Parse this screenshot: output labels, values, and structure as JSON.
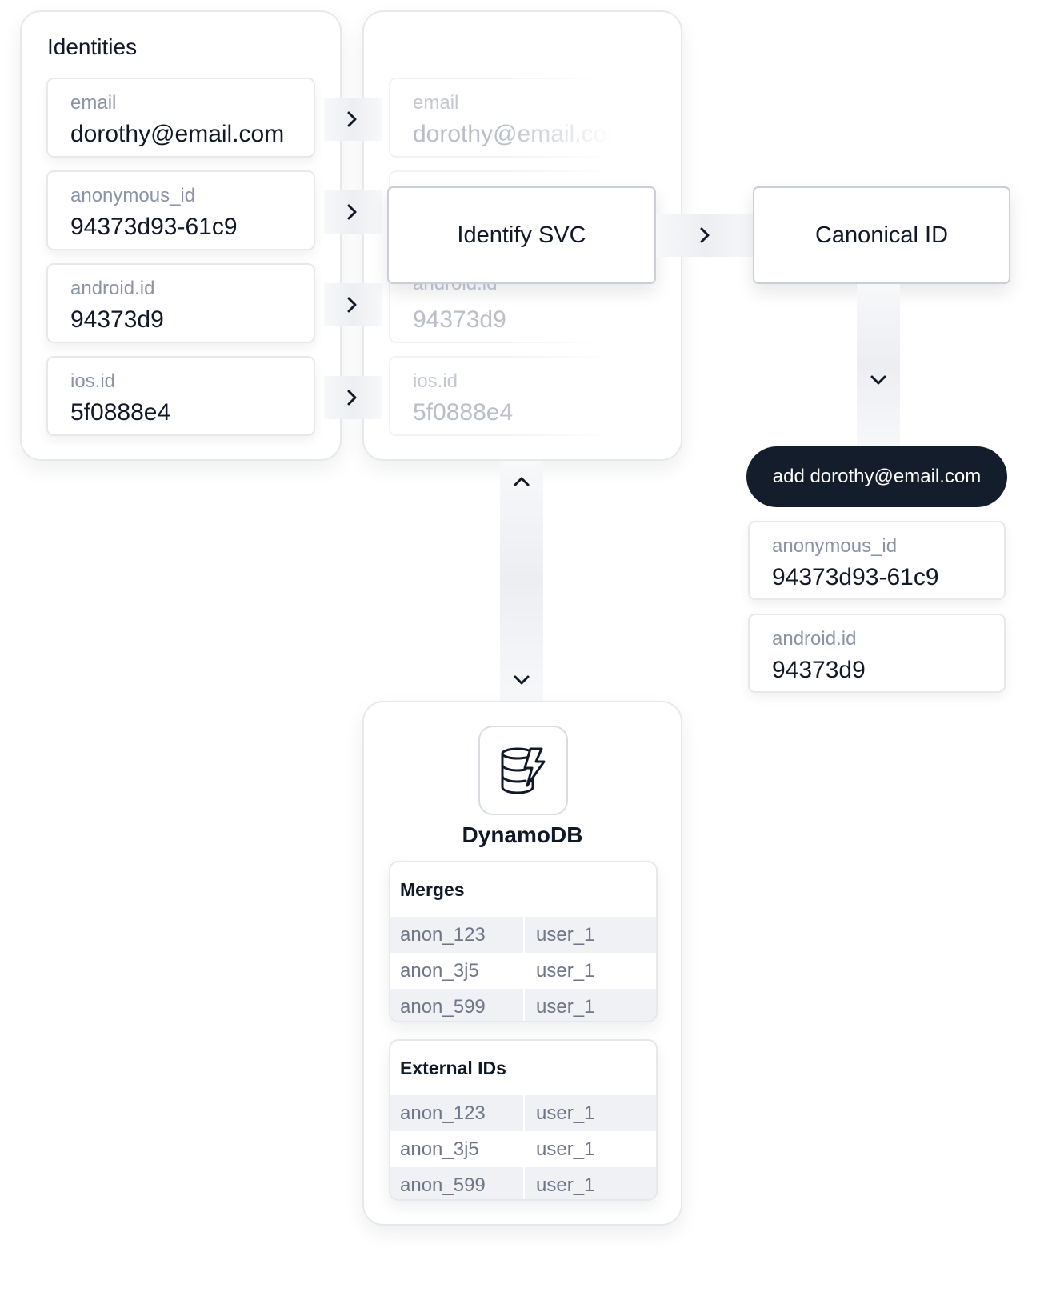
{
  "identities_panel": {
    "title": "Identities",
    "cards": [
      {
        "key": "email",
        "value": "dorothy@email.com"
      },
      {
        "key": "anonymous_id",
        "value": "94373d93-61c9"
      },
      {
        "key": "android.id",
        "value": "94373d9"
      },
      {
        "key": "ios.id",
        "value": "5f0888e4"
      }
    ]
  },
  "faded_panel": {
    "cards": [
      {
        "key": "email",
        "value": "dorothy@email.com"
      },
      {
        "key": "android.id",
        "value": "94373d9"
      },
      {
        "key": "ios.id",
        "value": "5f0888e4"
      }
    ]
  },
  "identify_service": {
    "label": "Identify SVC"
  },
  "canonical": {
    "label": "Canonical ID"
  },
  "action_pill": {
    "label": "add dorothy@email.com"
  },
  "canonical_cards": [
    {
      "key": "anonymous_id",
      "value": "94373d93-61c9"
    },
    {
      "key": "android.id",
      "value": "94373d9"
    }
  ],
  "dynamodb": {
    "title": "DynamoDB",
    "icon": "dynamodb-icon",
    "tables": [
      {
        "title": "Merges",
        "rows": [
          [
            "anon_123",
            "user_1"
          ],
          [
            "anon_3j5",
            "user_1"
          ],
          [
            "anon_599",
            "user_1"
          ]
        ]
      },
      {
        "title": "External IDs",
        "rows": [
          [
            "anon_123",
            "user_1"
          ],
          [
            "anon_3j5",
            "user_1"
          ],
          [
            "anon_599",
            "user_1"
          ]
        ]
      }
    ]
  },
  "colors": {
    "text_primary": "#111827",
    "text_muted": "#8a93a6",
    "pill_background": "#141d2c",
    "border": "#e6e8ec"
  }
}
